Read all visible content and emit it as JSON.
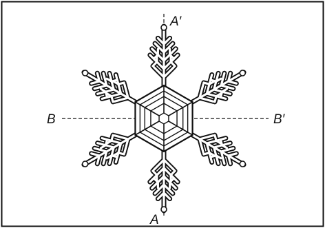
{
  "labels": {
    "a_bottom": "A",
    "a_top": "A′",
    "b_left": "B",
    "b_right": "B′"
  },
  "colors": {
    "line": "#111111",
    "background": "#ffffff"
  },
  "icons": {
    "figure": "snowflake-icon"
  }
}
